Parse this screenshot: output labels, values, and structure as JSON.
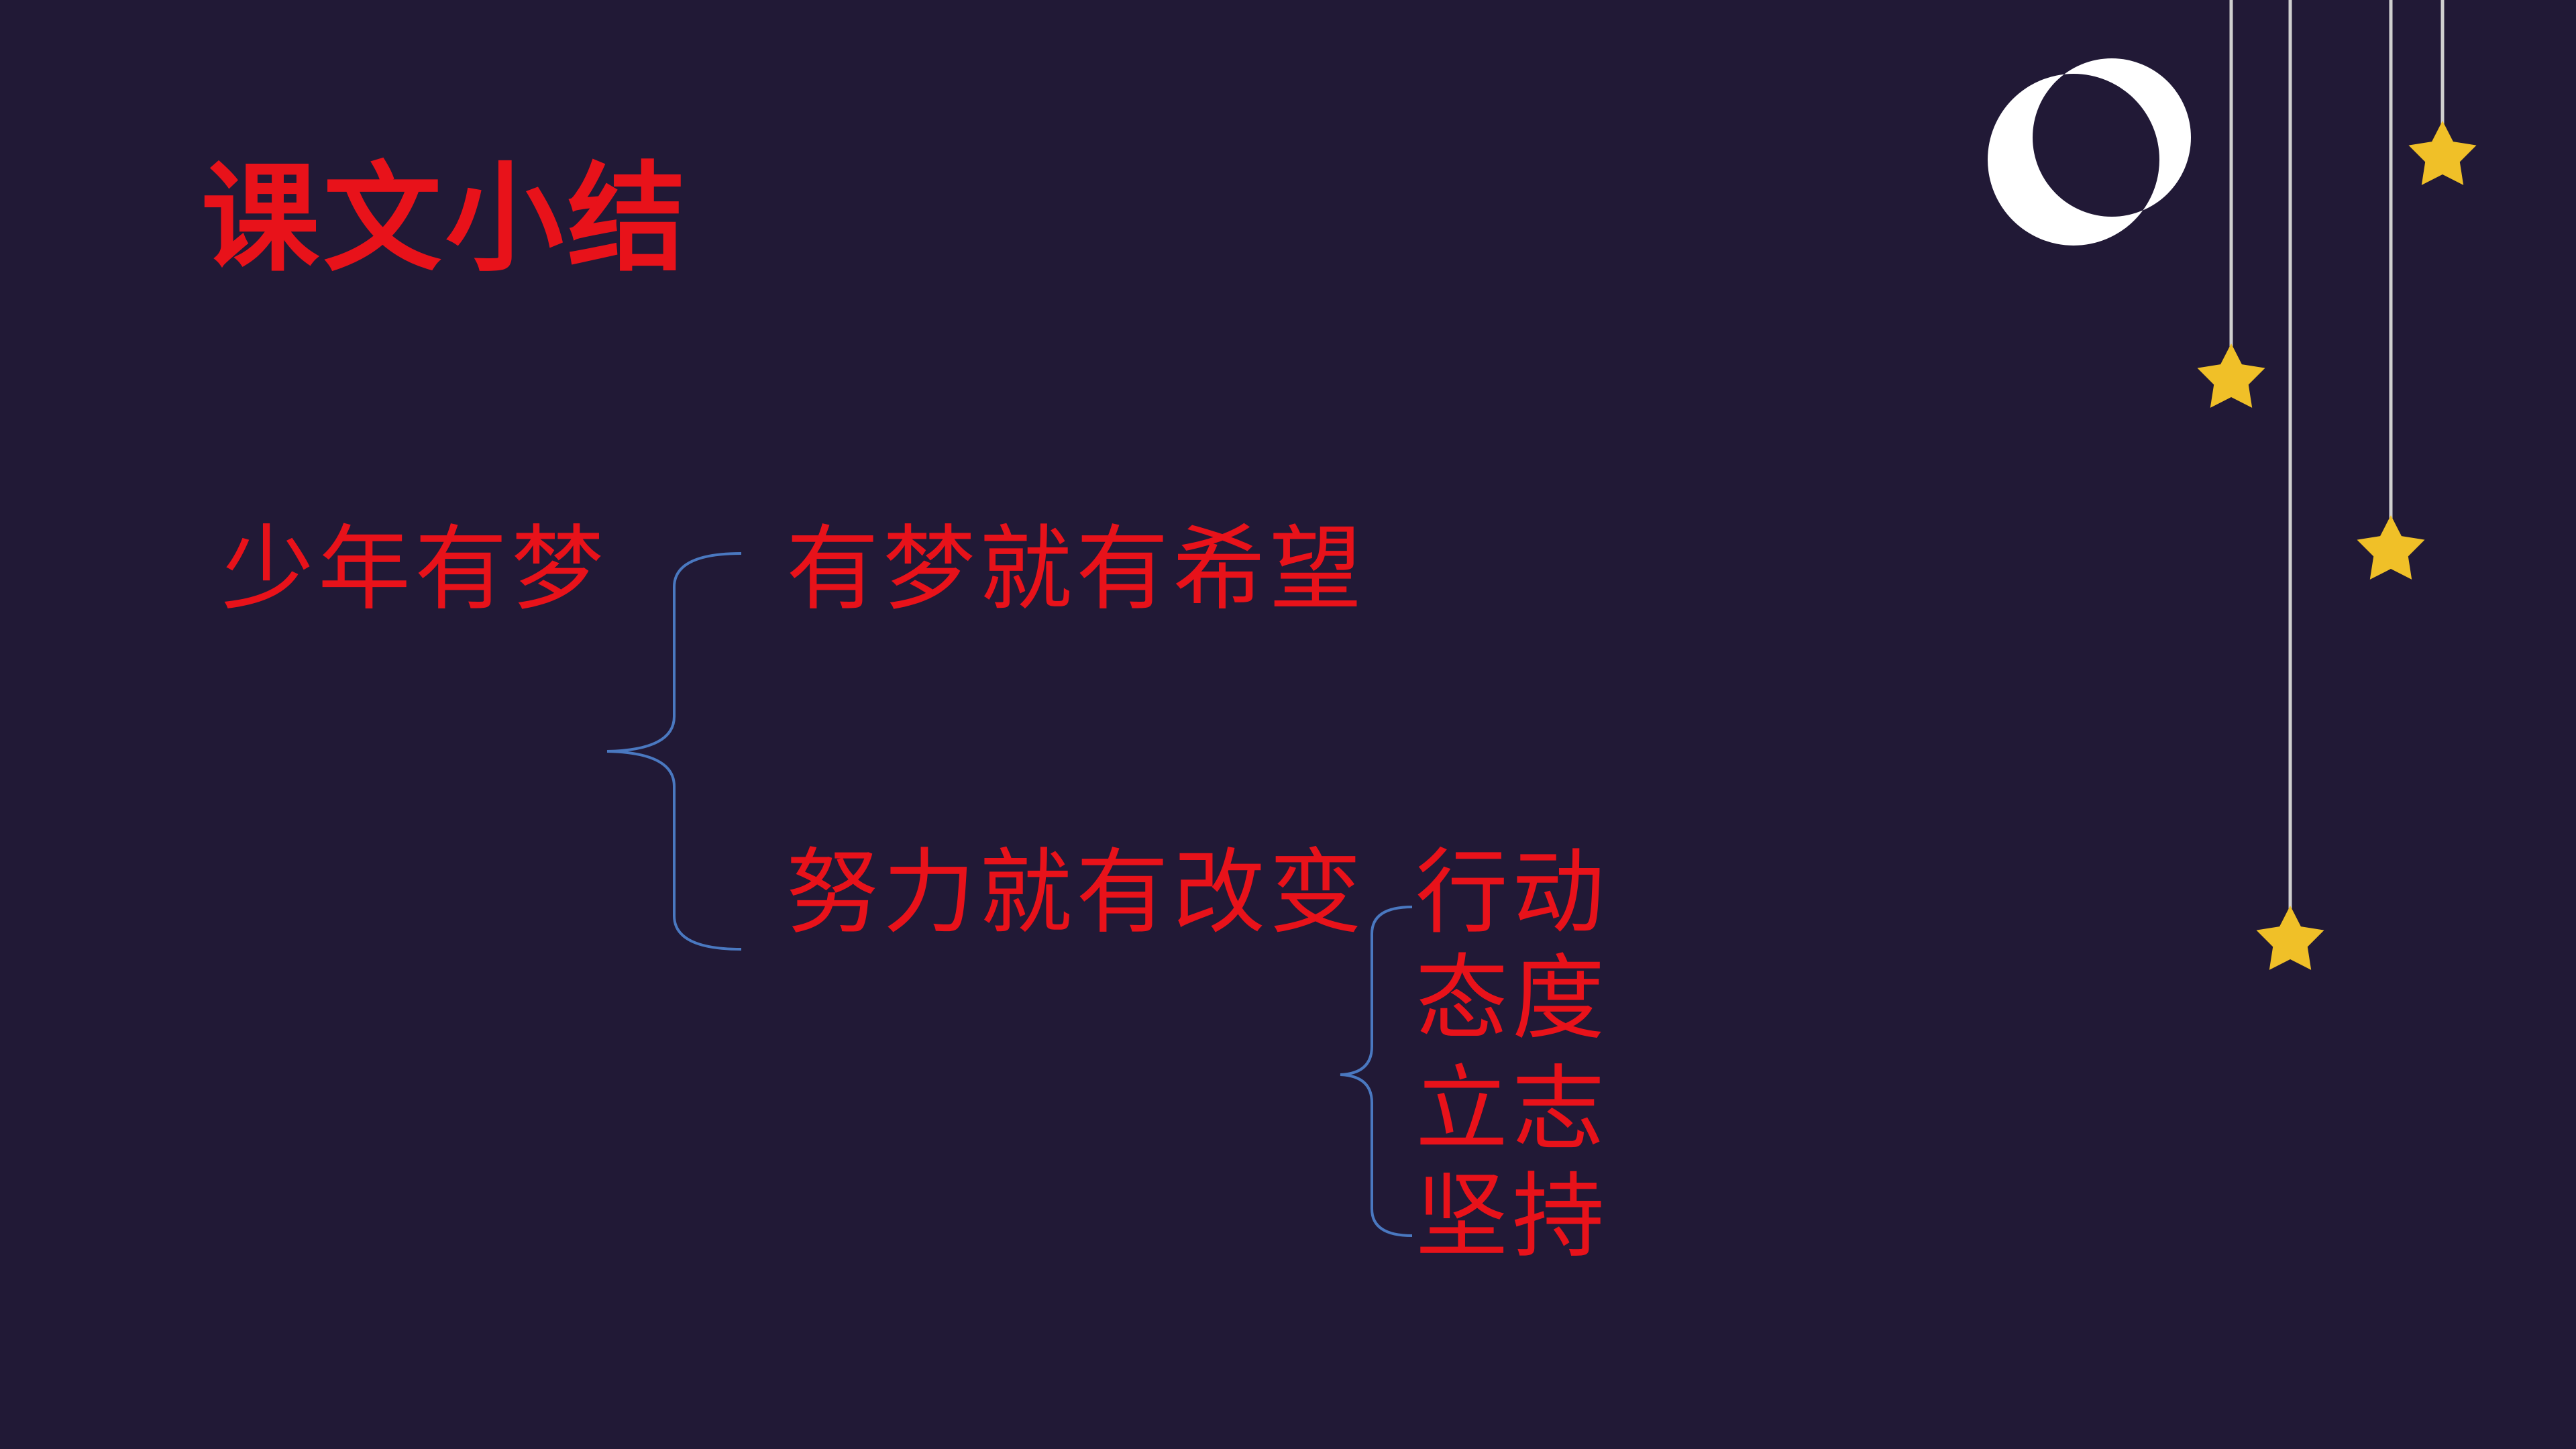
{
  "slide": {
    "title": "课文小结",
    "topic": "少年有梦",
    "points": [
      {
        "label": "有梦就有希望"
      },
      {
        "label": "努力就有改变",
        "subpoints": [
          "行动",
          "态度",
          "立志",
          "坚持"
        ]
      }
    ]
  },
  "decorations": {
    "moon": "crescent-moon-icon",
    "stars": [
      "star-icon",
      "star-icon",
      "star-icon",
      "star-icon"
    ]
  },
  "colors": {
    "background": "#211936",
    "text": "#e8121a",
    "brace": "#4a78c0",
    "star": "#f0c028",
    "moon": "#ffffff",
    "string": "#cfcfcf"
  }
}
